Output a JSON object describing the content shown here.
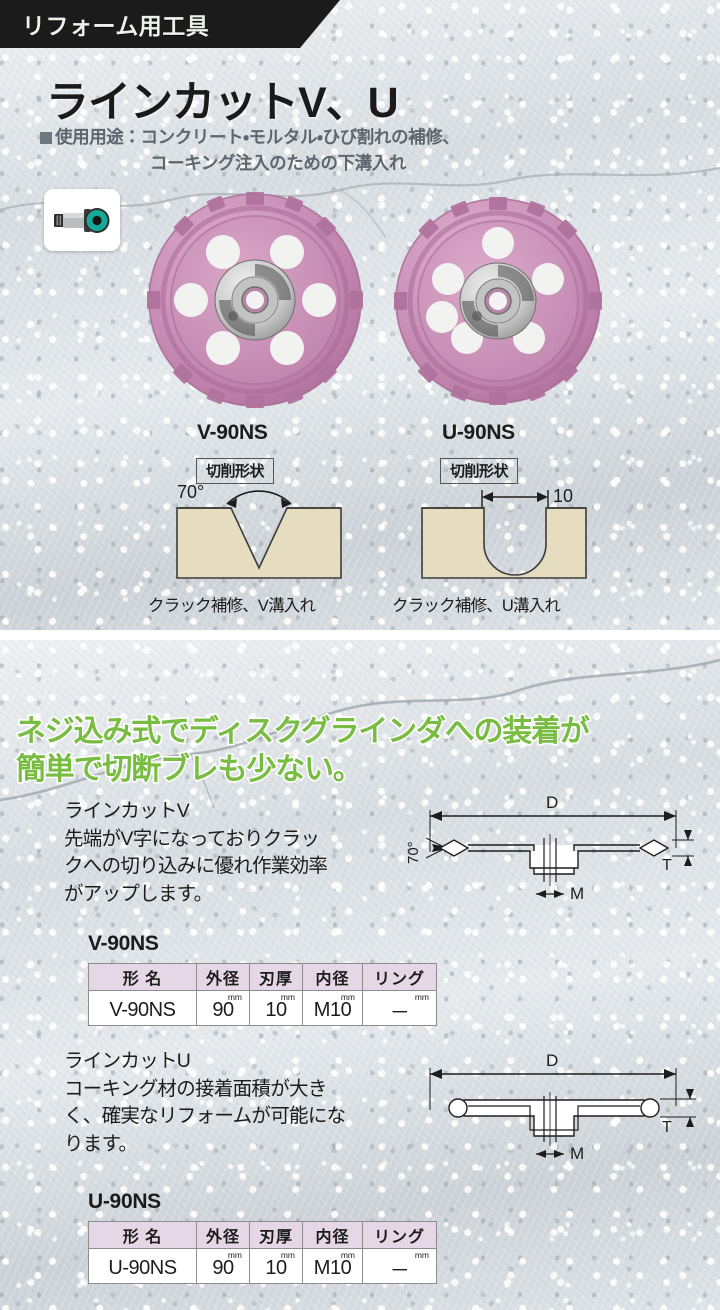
{
  "banner": {
    "category_label": "リフォーム用工具"
  },
  "header": {
    "title": "ラインカットV、U",
    "usage_line1": "使用用途：コンクリート・モルタル・ひび割れの補修、",
    "usage_line2": "コーキング注入のための下溝入れ",
    "grinder_icon": "disc-grinder-icon"
  },
  "products": [
    {
      "id": "v",
      "label": "V-90NS",
      "shape_box_label": "切削形状",
      "groove_caption": "クラック補修、V溝入れ",
      "groove_angle": "70°",
      "groove_dimension": null,
      "disc_color": "#c98cb4"
    },
    {
      "id": "u",
      "label": "U-90NS",
      "shape_box_label": "切削形状",
      "groove_caption": "クラック補修、U溝入れ",
      "groove_angle": null,
      "groove_dimension": "10",
      "disc_color": "#c98cb4"
    }
  ],
  "feature": {
    "headline_line1": "ネジ込み式でディスクグラインダへの装着が",
    "headline_line2": "簡単で切断ブレも少ない。",
    "headline_color": "#78bd42"
  },
  "sections": [
    {
      "id": "v",
      "copy_line1": "ラインカットV",
      "copy_line2": "先端がV字になっておりクラッ",
      "copy_line3": "クへの切り込みに優れ作業効率",
      "copy_line4": "がアップします。",
      "model_head": "V-90NS",
      "drawing": {
        "dim_d": "D",
        "dim_t": "T",
        "dim_m": "M",
        "angle": "70°"
      },
      "table": {
        "headers": [
          "形 名",
          "外径",
          "刃厚",
          "内径",
          "リング"
        ],
        "units": [
          "",
          "mm",
          "mm",
          "mm",
          "mm"
        ],
        "row": [
          "V-90NS",
          "90",
          "10",
          "M10",
          "－"
        ]
      }
    },
    {
      "id": "u",
      "copy_line1": "ラインカットU",
      "copy_line2": "コーキング材の接着面積が大き",
      "copy_line3": "く、確実なリフォームが可能にな",
      "copy_line4": "ります。",
      "model_head": "U-90NS",
      "drawing": {
        "dim_d": "D",
        "dim_t": "T",
        "dim_m": "M",
        "angle": null
      },
      "table": {
        "headers": [
          "形 名",
          "外径",
          "刃厚",
          "内径",
          "リング"
        ],
        "units": [
          "",
          "mm",
          "mm",
          "mm",
          "mm"
        ],
        "row": [
          "U-90NS",
          "90",
          "10",
          "M10",
          "－"
        ]
      }
    }
  ]
}
